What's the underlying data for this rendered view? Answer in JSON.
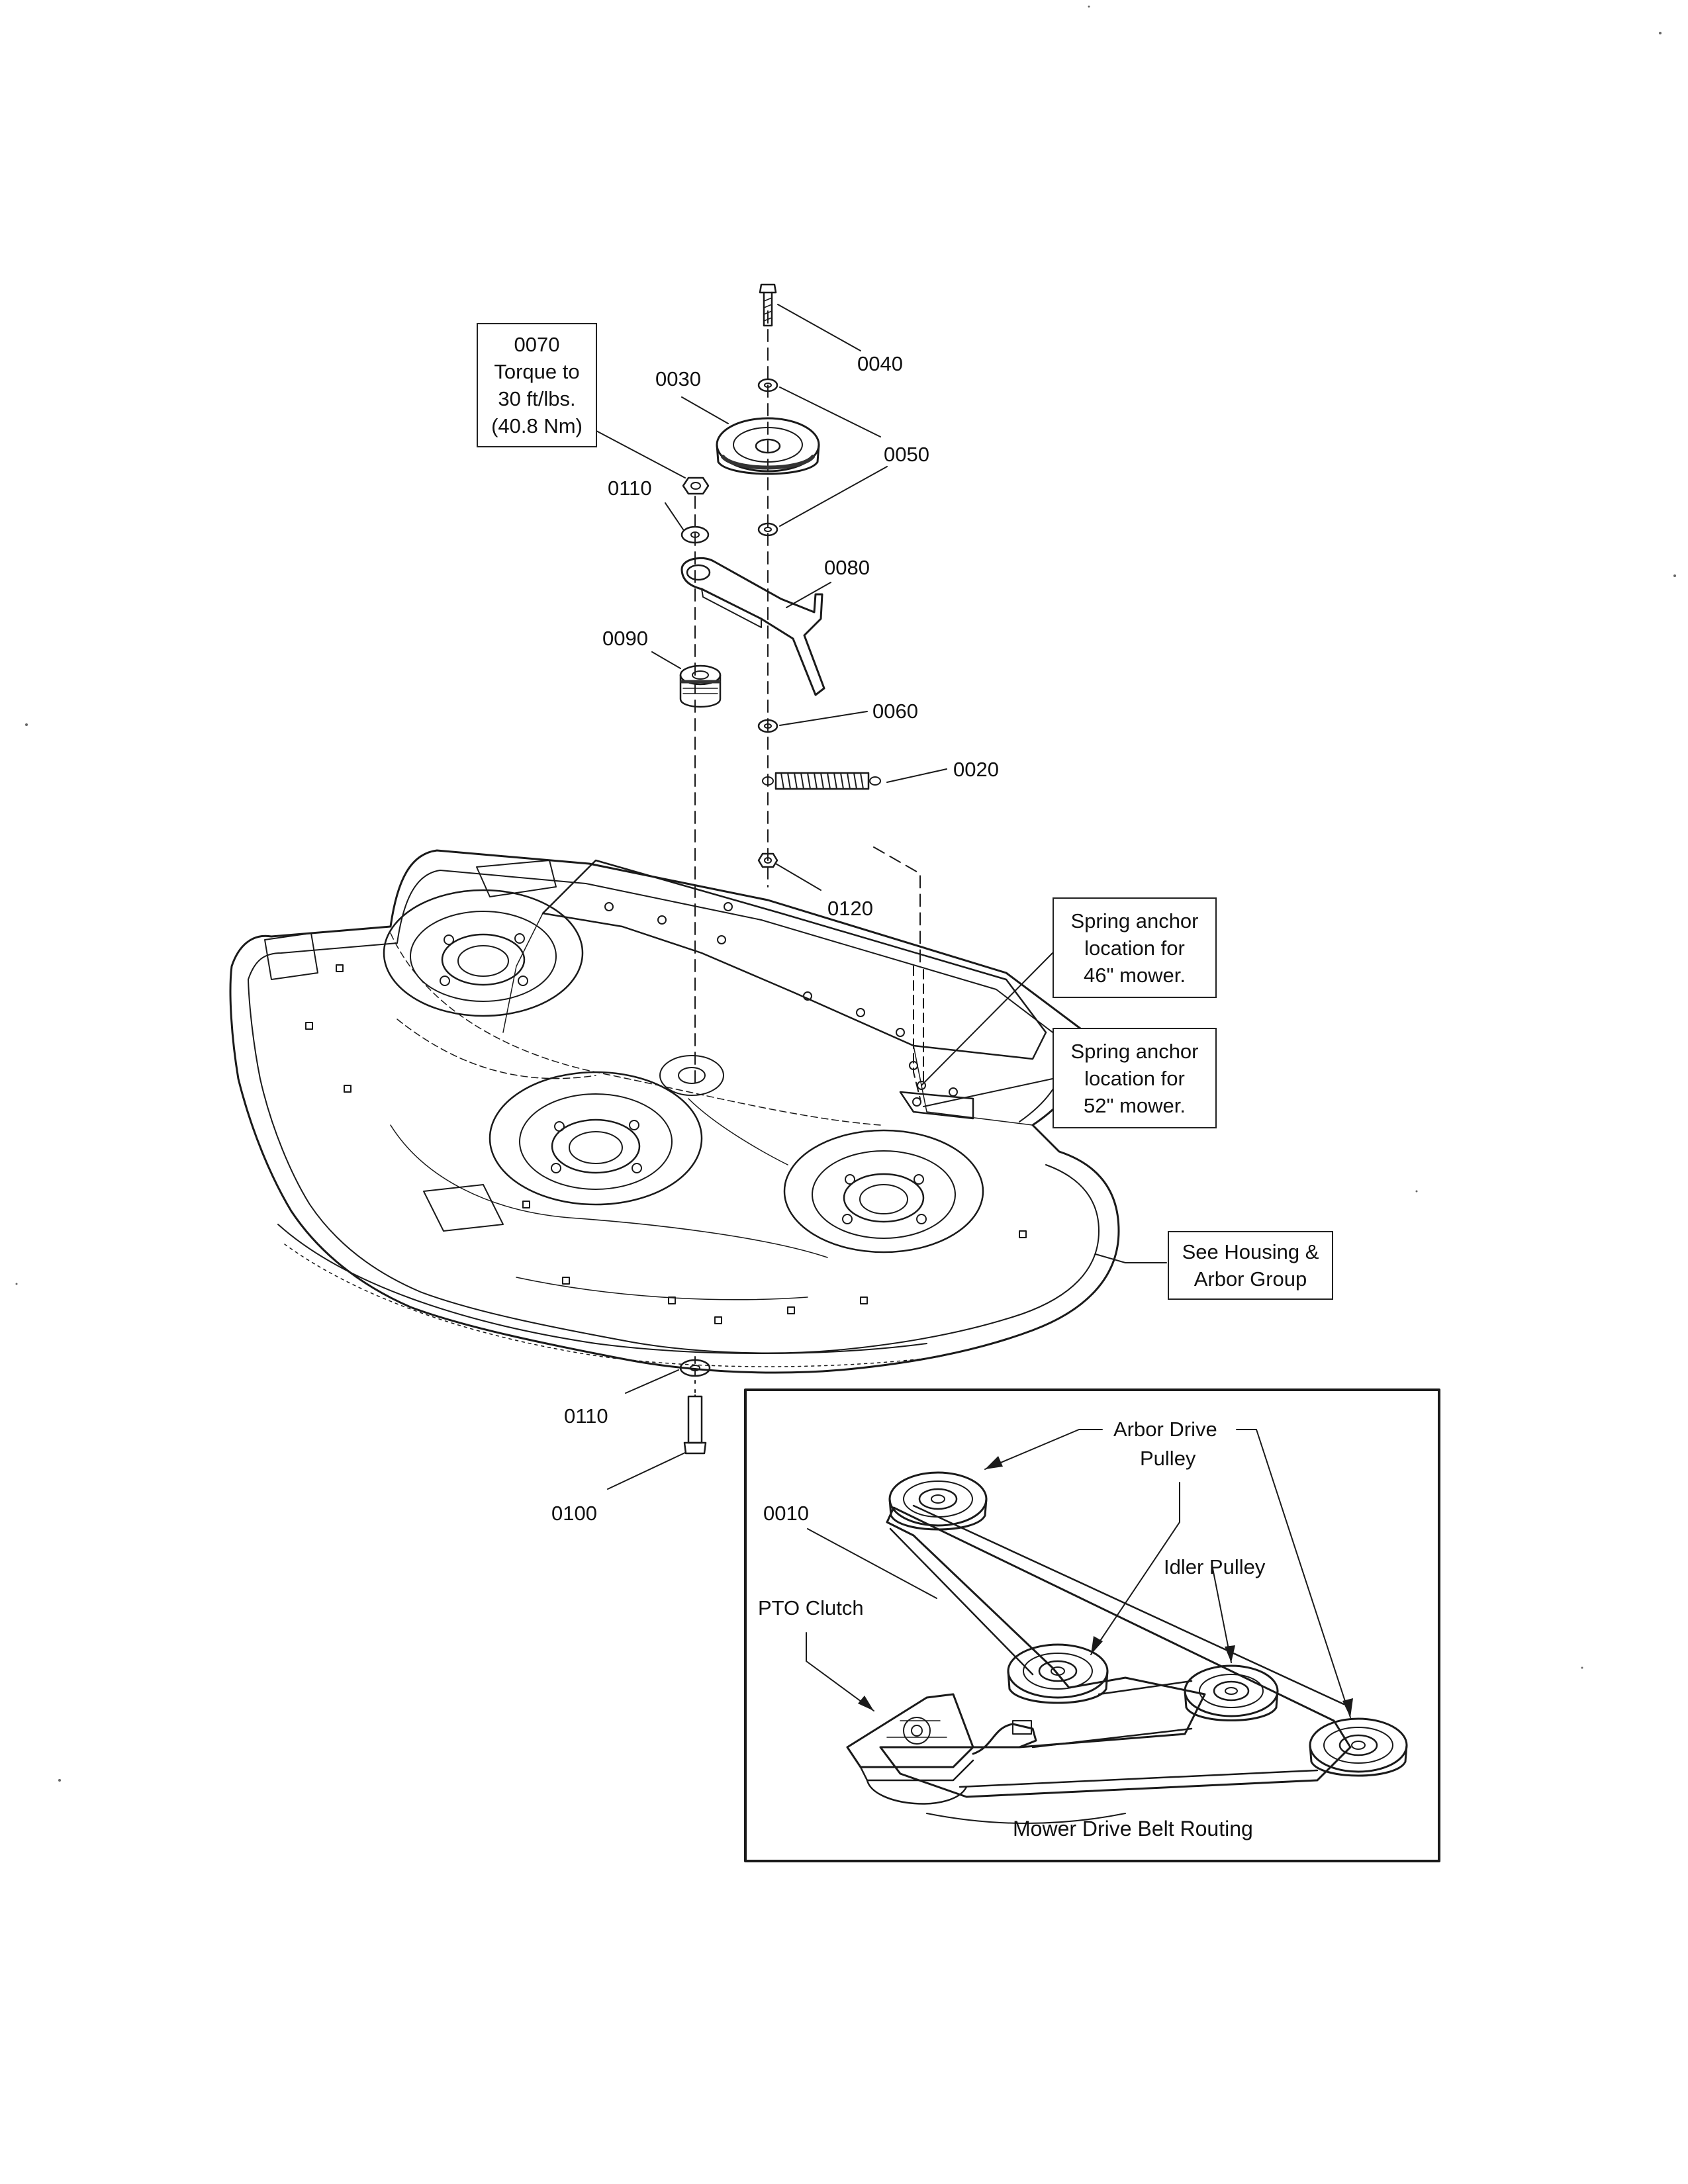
{
  "part_labels": {
    "p0040": "0040",
    "p0030": "0030",
    "p0050": "0050",
    "p0110_top": "0110",
    "p0080": "0080",
    "p0090": "0090",
    "p0060": "0060",
    "p0020": "0020",
    "p0120": "0120",
    "p0110_bottom": "0110",
    "p0100": "0100",
    "p0010": "0010"
  },
  "notes": {
    "torque": [
      "0070",
      "Torque to",
      "30 ft/lbs.",
      "(40.8 Nm)"
    ],
    "spring46": [
      "Spring anchor",
      "location for",
      "46\" mower."
    ],
    "spring52": [
      "Spring anchor",
      "location for",
      "52\" mower."
    ],
    "housing": [
      "See Housing &",
      "Arbor Group"
    ]
  },
  "inset": {
    "title": "Mower Drive Belt Routing",
    "arbor_drive": "Arbor Drive",
    "pulley": "Pulley",
    "idler_pulley": "Idler Pulley",
    "pto_clutch": "PTO Clutch"
  }
}
